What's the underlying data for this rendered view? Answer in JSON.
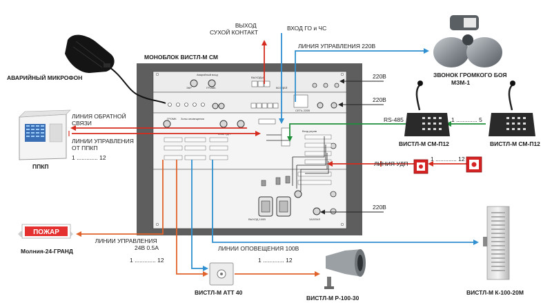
{
  "title": "МОНОБЛОК ВИСТЛ-М СМ",
  "devices": {
    "mic": "АВАРИЙНЫЙ МИКРОФОН",
    "ppkp": "ППКП",
    "bell": "ЗВОНОК ГРОМКОГО БОЯ\nМЗМ-1",
    "console1": "ВИСТЛ-М СМ-П12",
    "console2": "ВИСТЛ-М СМ-П12",
    "beacon": "Молния-24-ГРАНД",
    "beacon_text": "ПОЖАР",
    "att": "ВИСТЛ-М АТТ 40",
    "horn": "ВИСТЛ-М Р-100-30",
    "column": "ВИСТЛ-М К-100-20М"
  },
  "lines": {
    "dry_contact": "ВЫХОД\nСУХОЙ КОНТАКТ",
    "go_chs": "ВХОД ГО и ЧС",
    "ctrl220": "ЛИНИЯ УПРАВЛЕНИЯ 220В",
    "feedback": "ЛИНИЯ ОБРАТНОЙ\nСВЯЗИ",
    "ctrl_ppkp": "ЛИНИИ УПРАВЛЕНИЯ\nОТ ППКП",
    "ppkp_range": "1 ............. 12",
    "p220_1": "220В",
    "p220_2": "220В",
    "p220_3": "220В",
    "rs485": "RS-485",
    "console_range": "1 ............. 5",
    "udp": "ЛИНИЯ УДП",
    "udp_range": "1 ............. 12",
    "ctrl24": "ЛИНИИ УПРАВЛЕНИЯ\n24В 0.5А",
    "ctrl24_range": "1 ............. 12",
    "notify": "ЛИНИИ ОПОВЕЩЕНИЯ 100В",
    "notify_range": "1 ............. 12"
  },
  "colors": {
    "red": "#d42b1e",
    "blue": "#2f8fd0",
    "green": "#1f8f3a",
    "orange": "#e0632b",
    "unit": "#5e5e5e"
  }
}
